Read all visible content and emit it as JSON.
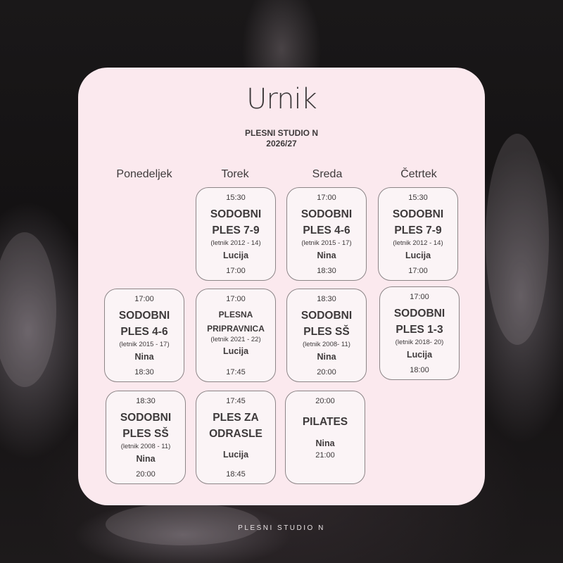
{
  "title": "Urnik",
  "studio": "PLESNI STUDIO N",
  "season": "2026/27",
  "days": [
    "Ponedeljek",
    "Torek",
    "Sreda",
    "Četrtek"
  ],
  "classes": [
    {
      "start": "15:30",
      "name1": "SODOBNI",
      "name2": "PLES 7-9",
      "years": "(letnik 2012 - 14)",
      "teacher": "Lucija",
      "end": "17:00"
    },
    {
      "start": "17:00",
      "name1": "SODOBNI",
      "name2": "PLES 4-6",
      "years": "(letnik 2015 - 17)",
      "teacher": "Nina",
      "end": "18:30"
    },
    {
      "start": "15:30",
      "name1": "SODOBNI",
      "name2": "PLES 7-9",
      "years": "(letnik 2012 - 14)",
      "teacher": "Lucija",
      "end": "17:00"
    },
    {
      "start": "17:00",
      "name1": "SODOBNI",
      "name2": "PLES 4-6",
      "years": "(letnik 2015 - 17)",
      "teacher": "Nina",
      "end": "18:30"
    },
    {
      "start": "17:00",
      "name1": "PLESNA",
      "name2": "PRIPRAVNICA",
      "years": "(letnik 2021 - 22)",
      "teacher": "Lucija",
      "end": "17:45"
    },
    {
      "start": "18:30",
      "name1": "SODOBNI",
      "name2": "PLES SŠ",
      "years": "(letnik 2008- 11)",
      "teacher": "Nina",
      "end": "20:00"
    },
    {
      "start": "17:00",
      "name1": "SODOBNI",
      "name2": "PLES 1-3",
      "years": "(letnik 2018- 20)",
      "teacher": "Lucija",
      "end": "18:00"
    },
    {
      "start": "18:30",
      "name1": "SODOBNI",
      "name2": "PLES SŠ",
      "years": "(letnik 2008 - 11)",
      "teacher": "Nina",
      "end": "20:00"
    },
    {
      "start": "17:45",
      "name1": "PLES ZA",
      "name2": "ODRASLE",
      "years": "",
      "teacher": "Lucija",
      "end": "18:45"
    },
    {
      "start": "20:00",
      "name1": "PILATES",
      "name2": "",
      "years": "",
      "teacher": "Nina",
      "end": "21:00"
    }
  ],
  "footer": "PLESNI STUDIO N"
}
